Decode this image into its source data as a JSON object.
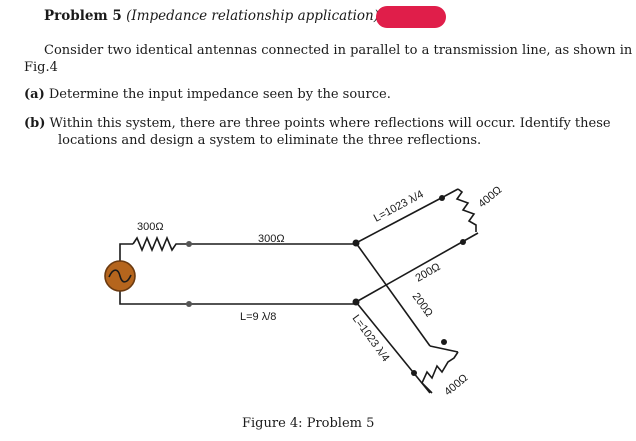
{
  "problem": {
    "label": "Problem 5",
    "subtitle": "(Impedance relationship application)",
    "redaction_color": "#e01e4a"
  },
  "intro": {
    "line1": "Consider two identical antennas connected in parallel to a transmission line, as shown in",
    "line2": "Fig.4"
  },
  "questions": [
    {
      "label": "(a)",
      "text": "Determine the input impedance seen by the source."
    },
    {
      "label": "(b)",
      "text_line1": "Within this system, there are three points where reflections will occur.  Identify these",
      "text_line2": "locations and design a system to eliminate the three reflections."
    }
  ],
  "figure": {
    "source_resistor": "300Ω",
    "main_line_impedance": "300Ω",
    "main_line_length": "L=9 λ/8",
    "branch_upper_length": "L=1023 λ/4",
    "branch_upper_impedance": "200Ω",
    "branch_upper_load": "400Ω",
    "branch_lower_length": "L=1023 λ/4",
    "branch_lower_impedance": "200Ω",
    "branch_lower_load": "400Ω",
    "source_color": "#b5651d",
    "caption": "Figure 4:  Problem 5"
  }
}
